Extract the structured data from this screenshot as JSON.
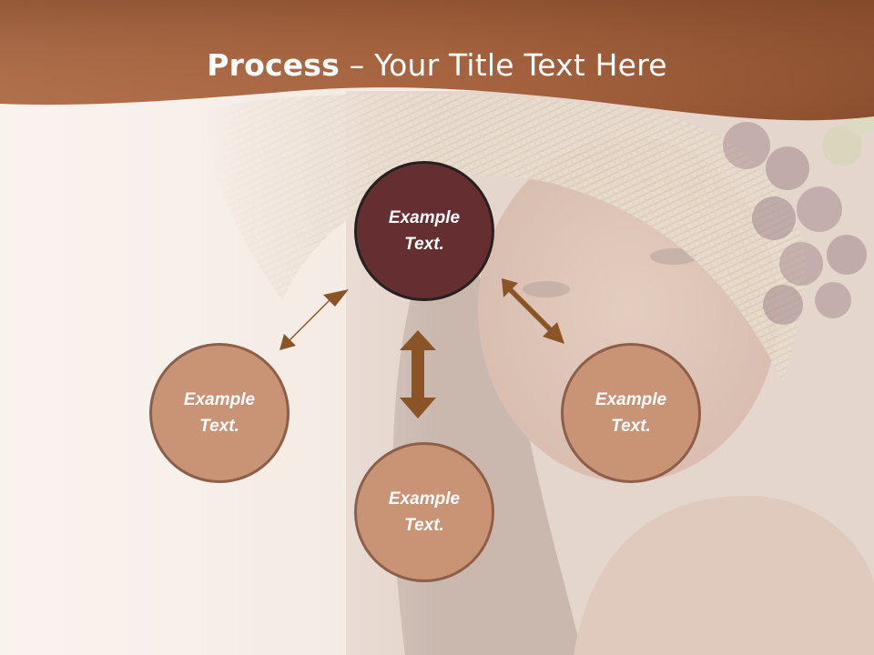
{
  "slide": {
    "title_bold": "Process",
    "title_separator": " – ",
    "title_rest": "Your Title Text Here"
  },
  "colors": {
    "header": "#a7623e",
    "center_circle": "#652f31",
    "outer_circle": "#c99376",
    "arrow": "#8a5426"
  },
  "nodes": {
    "top": "Example Text.",
    "left": "Example Text.",
    "right": "Example Text.",
    "bottom": "Example Text."
  }
}
